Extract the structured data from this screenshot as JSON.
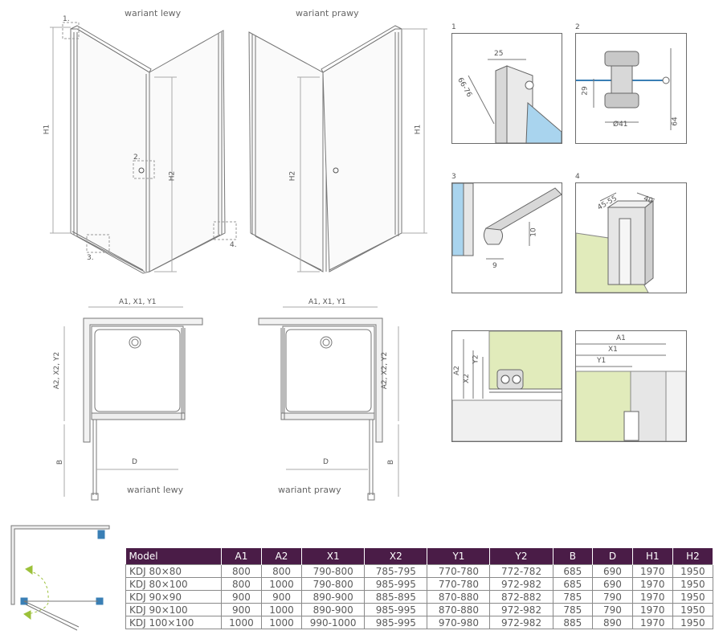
{
  "views": {
    "left_label": "wariant lewy",
    "right_label": "wariant prawy",
    "plan_left_label": "wariant lewy",
    "plan_right_label": "wariant prawy"
  },
  "dims": {
    "h1": "H1",
    "h2": "H2",
    "a1x1y1": "A1, X1, Y1",
    "a2x2y2": "A2, X2, Y2",
    "b": "B",
    "d": "D",
    "a1": "A1",
    "a2": "A2",
    "x1": "X1",
    "x2": "X2",
    "y1": "Y1",
    "y2": "Y2"
  },
  "callouts": {
    "c1": "1.",
    "c2": "2.",
    "c3": "3.",
    "c4": "4."
  },
  "details": {
    "d1": {
      "num": "1",
      "w": "25",
      "range": "66-76"
    },
    "d2": {
      "num": "2",
      "h": "29",
      "dia": "Ø41",
      "total": "64"
    },
    "d3": {
      "num": "3",
      "w": "9",
      "h": "10"
    },
    "d4": {
      "num": "4",
      "range": "45-55",
      "w": "40"
    }
  },
  "table": {
    "headers": [
      "Model",
      "A1",
      "A2",
      "X1",
      "X2",
      "Y1",
      "Y2",
      "B",
      "D",
      "H1",
      "H2"
    ],
    "rows": [
      [
        "KDJ 80×80",
        "800",
        "800",
        "790-800",
        "785-795",
        "770-780",
        "772-782",
        "685",
        "690",
        "1970",
        "1950"
      ],
      [
        "KDJ 80×100",
        "800",
        "1000",
        "790-800",
        "985-995",
        "770-780",
        "972-982",
        "685",
        "690",
        "1970",
        "1950"
      ],
      [
        "KDJ 90×90",
        "900",
        "900",
        "890-900",
        "885-895",
        "870-880",
        "872-882",
        "785",
        "790",
        "1970",
        "1950"
      ],
      [
        "KDJ 90×100",
        "900",
        "1000",
        "890-900",
        "985-995",
        "870-880",
        "972-982",
        "785",
        "790",
        "1970",
        "1950"
      ],
      [
        "KDJ 100×100",
        "1000",
        "1000",
        "990-1000",
        "985-995",
        "970-980",
        "972-982",
        "885",
        "890",
        "1970",
        "1950"
      ]
    ]
  },
  "colors": {
    "header_bg": "#4a1c47",
    "glass_blue": "#a9d4ee",
    "wall_green": "#e1ebbb",
    "hinge_blue": "#3a7fb5",
    "arrow_green": "#9cc13a"
  }
}
